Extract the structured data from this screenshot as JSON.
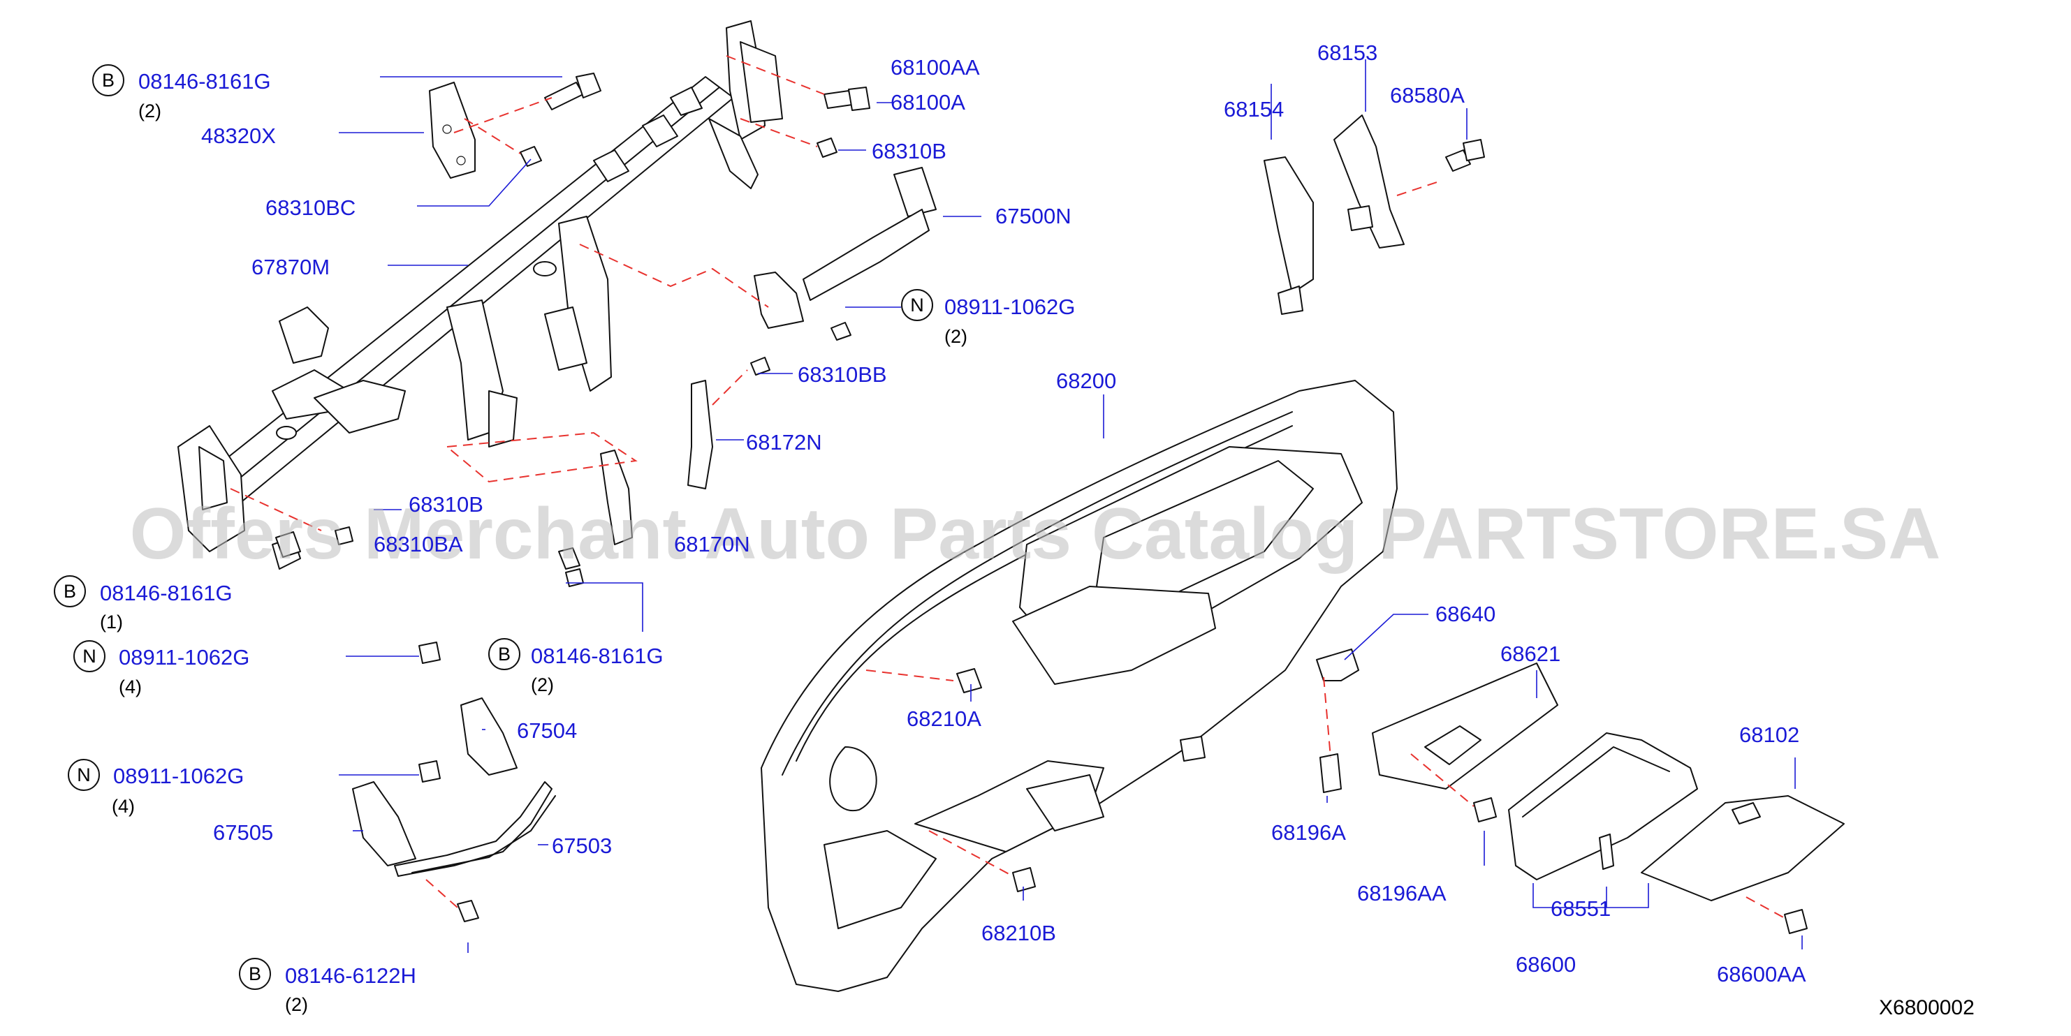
{
  "diagram_code": "X6800002",
  "watermark": "Offers Merchant Auto Parts Catalog PARTSTORE.SA",
  "colors": {
    "label": "#1a1ad6",
    "leader": "#1a1ad6",
    "dashed_guide": "#e8322e",
    "line_art": "#111111"
  },
  "fastener_notes": [
    {
      "symbol": "B",
      "part": "08146-8161G",
      "qty": "(2)"
    },
    {
      "symbol": "N",
      "part": "08911-1062G",
      "qty": "(2)"
    },
    {
      "symbol": "B",
      "part": "08146-8161G",
      "qty": "(1)"
    },
    {
      "symbol": "N",
      "part": "08911-1062G",
      "qty": "(4)"
    },
    {
      "symbol": "B",
      "part": "08146-8161G",
      "qty": "(2)"
    },
    {
      "symbol": "N",
      "part": "08911-1062G",
      "qty": "(4)"
    },
    {
      "symbol": "B",
      "part": "08146-6122H",
      "qty": "(2)"
    }
  ],
  "part_labels": [
    "68100AA",
    "68100A",
    "48320X",
    "68310B",
    "68310BC",
    "67500N",
    "67870M",
    "68310BB",
    "68172N",
    "68310B",
    "68310BA",
    "68170N",
    "67504",
    "67505",
    "67503",
    "68153",
    "68154",
    "68580A",
    "68200",
    "68210A",
    "68210B",
    "68640",
    "68621",
    "68196A",
    "68196AA",
    "68102",
    "68551",
    "68600",
    "68600AA"
  ]
}
